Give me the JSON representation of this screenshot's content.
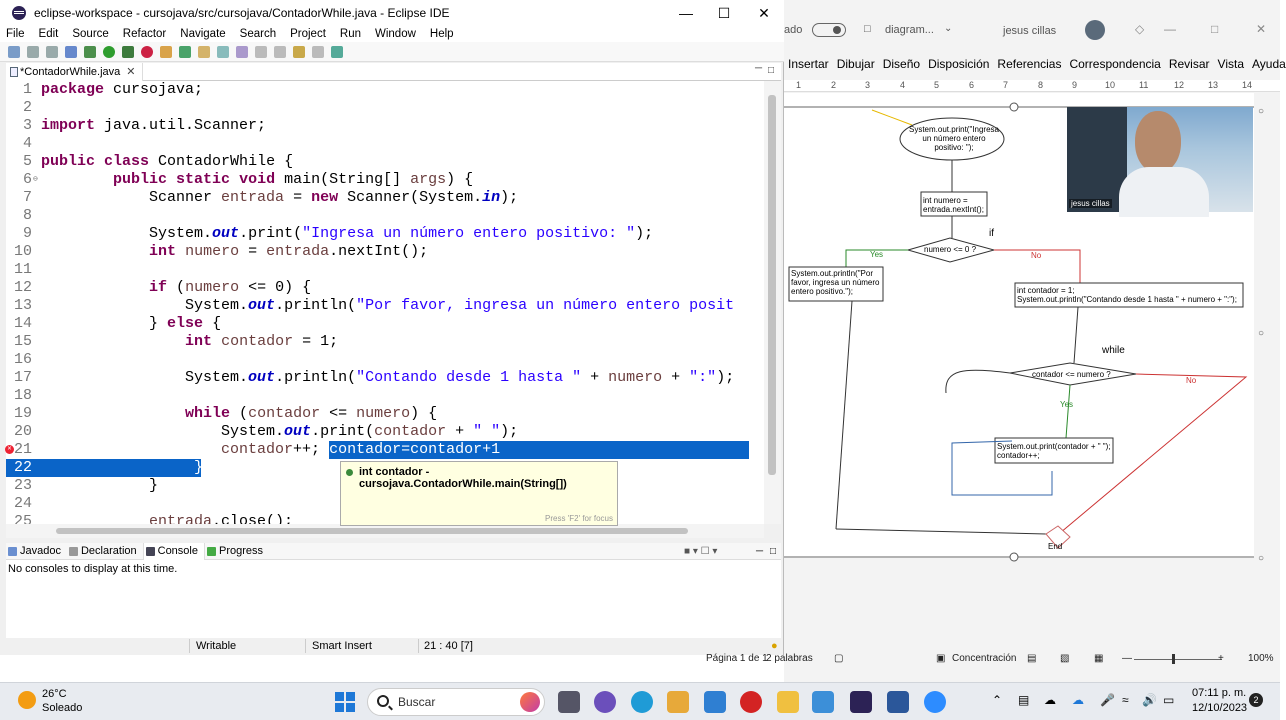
{
  "eclipse": {
    "title": "eclipse-workspace - cursojava/src/cursojava/ContadorWhile.java - Eclipse IDE",
    "menu": [
      "File",
      "Edit",
      "Source",
      "Refactor",
      "Navigate",
      "Search",
      "Project",
      "Run",
      "Window",
      "Help"
    ],
    "editor_tab": "*ContadorWhile.java",
    "hover": {
      "text": "int contador - cursojava.ContadorWhile.main(String[])",
      "footer": "Press 'F2' for focus"
    },
    "bottom_tabs": [
      "Javadoc",
      "Declaration",
      "Console",
      "Progress"
    ],
    "console_message": "No consoles to display at this time.",
    "status": {
      "mode": "Writable",
      "insert": "Smart Insert",
      "position": "21 : 40 [7]"
    }
  },
  "code": {
    "numbers": [
      "1",
      "2",
      "3",
      "4",
      "5",
      "6",
      "7",
      "8",
      "9",
      "10",
      "11",
      "12",
      "13",
      "14",
      "15",
      "16",
      "17",
      "18",
      "19",
      "20",
      "21",
      "22",
      "23",
      "24",
      "25"
    ],
    "l1_kw": "package",
    "l1_rest": " cursojava;",
    "l3_kw": "import",
    "l3_rest": " java.util.Scanner;",
    "l5_kw1": "public",
    "l5_kw2": "class",
    "l5_rest": " ContadorWhile {",
    "l6_kw1": "public",
    "l6_kw2": "static",
    "l6_kw3": "void",
    "l6_rest": " main(String[] ",
    "l6_var": "args",
    "l6_end": ") {",
    "l7_a": "Scanner ",
    "l7_var": "entrada",
    "l7_b": " = ",
    "l7_kw": "new",
    "l7_c": " Scanner(System.",
    "l7_stat": "in",
    "l7_d": ");",
    "l9_a": "System.",
    "l9_stat": "out",
    "l9_b": ".print(",
    "l9_str": "\"Ingresa un número entero positivo: \"",
    "l9_c": ");",
    "l10_kw": "int",
    "l10_var": "numero",
    "l10_b": " = ",
    "l10_var2": "entrada",
    "l10_c": ".nextInt();",
    "l12_kw": "if",
    "l12_a": " (",
    "l12_var": "numero",
    "l12_b": " <= 0) {",
    "l13_a": "System.",
    "l13_stat": "out",
    "l13_b": ".println(",
    "l13_str": "\"Por favor, ingresa un número entero posit",
    "l14_a": "} ",
    "l14_kw": "else",
    "l14_b": " {",
    "l15_kw": "int",
    "l15_var": "contador",
    "l15_b": " = 1;",
    "l17_a": "System.",
    "l17_stat": "out",
    "l17_b": ".println(",
    "l17_str": "\"Contando desde 1 hasta \"",
    "l17_c": " + ",
    "l17_var": "numero",
    "l17_d": " + ",
    "l17_str2": "\":\"",
    "l17_e": ");",
    "l19_kw": "while",
    "l19_a": " (",
    "l19_var": "contador",
    "l19_b": " <= ",
    "l19_var2": "numero",
    "l19_c": ") {",
    "l20_a": "System.",
    "l20_stat": "out",
    "l20_b": ".print(",
    "l20_var": "contador",
    "l20_c": " + ",
    "l20_str": "\" \"",
    "l20_d": ");",
    "l21_var": "contador",
    "l21_a": "++; ",
    "l21_sel": "contador=contador+1",
    "l22_sel": "}",
    "l23": "}",
    "l25_var": "entrada",
    "l25_a": ".close();"
  },
  "word": {
    "title_doc": "diagram...",
    "user": "jesus cillas",
    "left_partial": "ado",
    "ribbon": [
      "Insertar",
      "Dibujar",
      "Diseño",
      "Disposición",
      "Referencias",
      "Correspondencia",
      "Revisar",
      "Vista",
      "Ayuda"
    ],
    "ruler": [
      "1",
      "2",
      "3",
      "4",
      "5",
      "6",
      "7",
      "8",
      "9",
      "10",
      "11",
      "12",
      "13",
      "14"
    ],
    "status": {
      "page": "Página 1 de 1",
      "words": "2 palabras",
      "focus": "Concentración",
      "zoom": "100%"
    },
    "video_label": "jesus cillas"
  },
  "flowchart": {
    "print_prompt": [
      "System.out.print(\"Ingresa",
      "un número entero",
      "positivo: \");"
    ],
    "read_num": [
      "int numero =",
      "entrada.nextInt();"
    ],
    "if_label": "if",
    "decision1": "numero <= 0 ?",
    "yes1": "Yes",
    "no1": "No",
    "msg_invalid": [
      "System.out.println(\"Por",
      "favor, ingresa un número",
      "entero positivo.\");"
    ],
    "init": [
      "int contador = 1;",
      "System.out.println(\"Contando desde 1 hasta \" + numero + \":\");"
    ],
    "while_label": "while",
    "decision2": "contador <= numero ?",
    "yes2": "Yes",
    "no2": "No",
    "loop_body": [
      "System.out.print(contador + \" \");",
      "contador++;"
    ],
    "end": "End"
  },
  "taskbar": {
    "temp": "26°C",
    "weather": "Soleado",
    "search_placeholder": "Buscar",
    "time": "07:11 p. m.",
    "date": "12/10/2023",
    "badge": "2"
  }
}
